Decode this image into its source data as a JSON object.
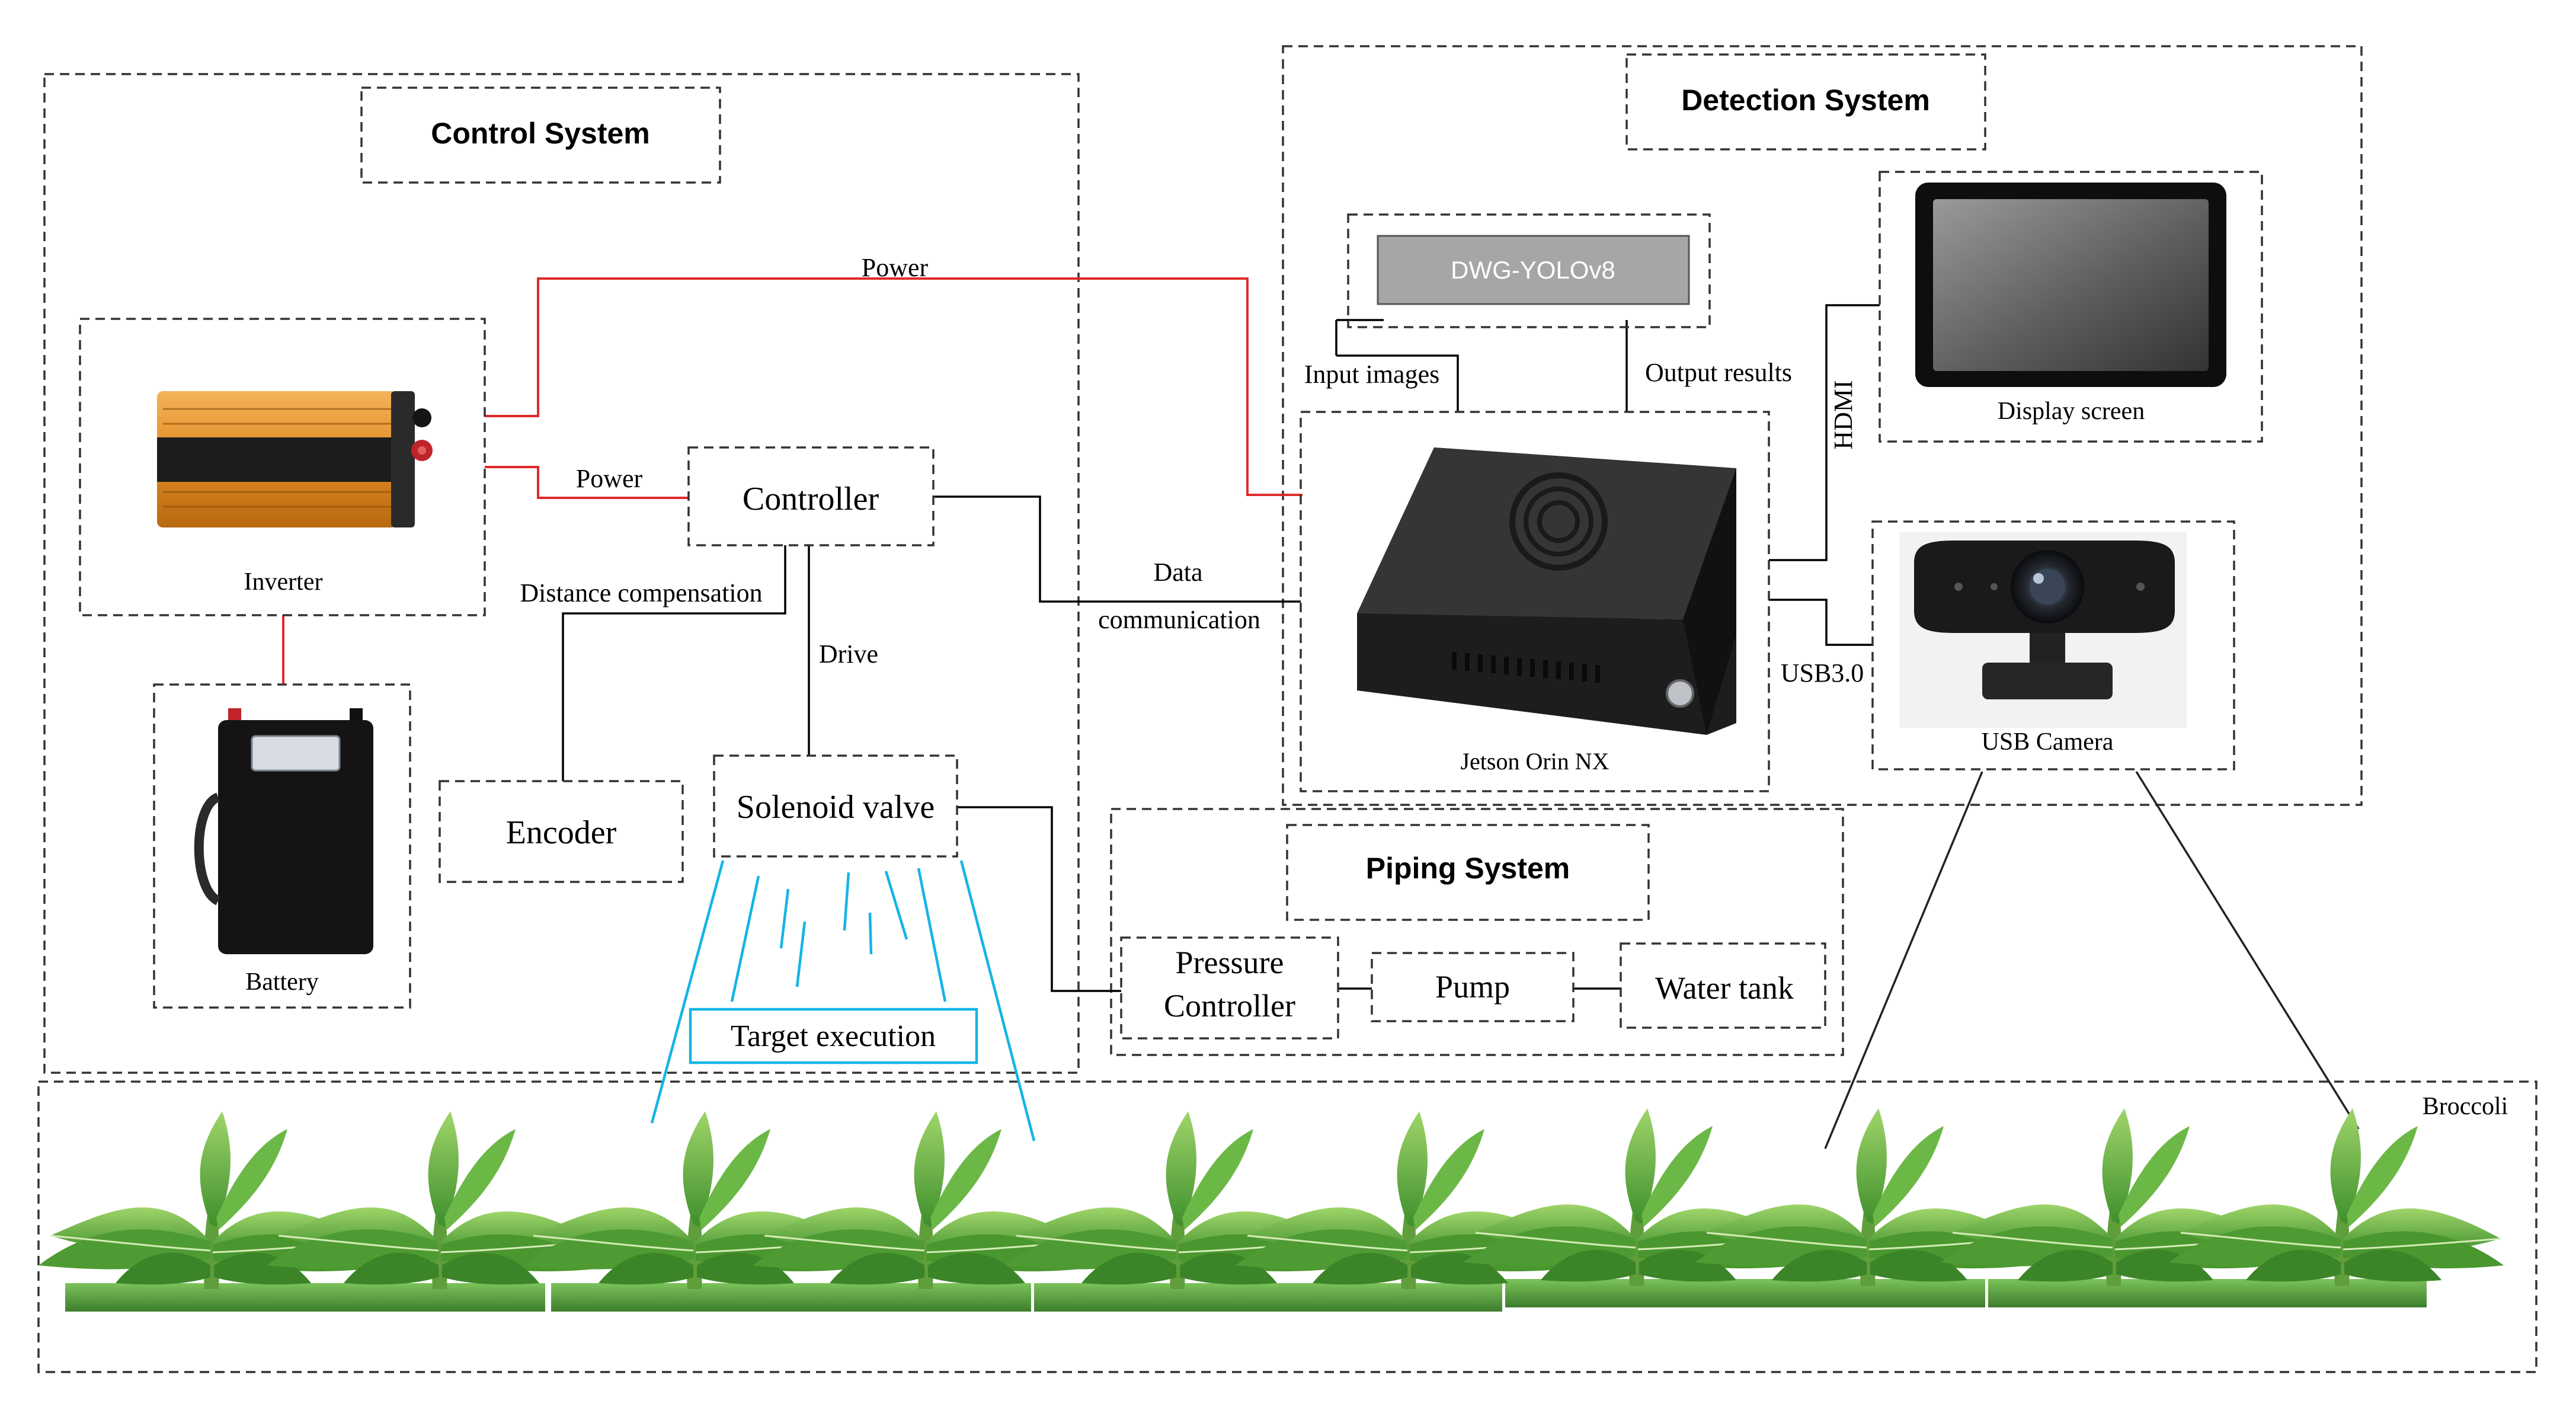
{
  "systems": {
    "control": "Control System",
    "detection": "Detection System",
    "piping": "Piping System"
  },
  "components": {
    "inverter": "Inverter",
    "battery": "Battery",
    "controller": "Controller",
    "encoder": "Encoder",
    "solenoid": "Solenoid valve",
    "target": "Target execution",
    "model": "DWG-YOLOv8",
    "jetson": "Jetson Orin NX",
    "display": "Display screen",
    "camera": "USB Camera",
    "pressure_line1": "Pressure",
    "pressure_line2": "Controller",
    "pump": "Pump",
    "tank": "Water tank",
    "crop": "Broccoli"
  },
  "connections": {
    "power_top": "Power",
    "power_ctrl": "Power",
    "distance": "Distance compensation",
    "drive": "Drive",
    "data_line1": "Data",
    "data_line2": "communication",
    "input_images": "Input images",
    "output_results": "Output results",
    "hdmi": "HDMI",
    "usb": "USB3.0"
  },
  "colors": {
    "power_wire": "#e02a2a",
    "spray": "#15b4e6",
    "inverter_body": "#e8952e",
    "model_box": "#a6a6a6"
  }
}
